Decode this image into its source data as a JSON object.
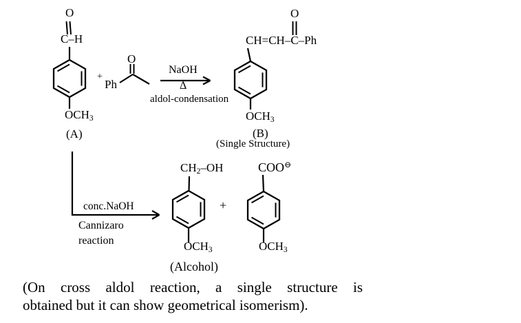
{
  "diagram": {
    "reactantA": {
      "carbonylO": "O",
      "aldehyde": "C–H",
      "methoxy": {
        "base": "OCH",
        "sub": "3"
      },
      "label": "(A)"
    },
    "plus1": "+",
    "acetophenone": {
      "ph": "Ph",
      "carbonylO": "O"
    },
    "aldolArrow": {
      "reagent": "NaOH",
      "condition": "Δ",
      "name": "aldol-condensation"
    },
    "productB": {
      "chain": "CH=CH–C–Ph",
      "carbonylO": "O",
      "methoxy": {
        "base": "OCH",
        "sub": "3"
      },
      "label": "(B)",
      "note": "(Single Structure)"
    },
    "cannizzaroArrow": {
      "reagent": "conc.NaOH",
      "name1": "Cannizaro",
      "name2": "reaction"
    },
    "alcoholProduct": {
      "group": {
        "pre": "CH",
        "sub": "2",
        "post": "–OH"
      },
      "methoxy": {
        "base": "OCH",
        "sub": "3"
      },
      "label": "(Alcohol)"
    },
    "plus2": "+",
    "acidProduct": {
      "group": {
        "base": "COO",
        "sup": "⊖"
      },
      "methoxy": {
        "base": "OCH",
        "sub": "3"
      }
    }
  },
  "caption": {
    "line1": "(On cross aldol reaction, a single structure is",
    "line2": "obtained but it can show geometrical isomerism)."
  },
  "colors": {
    "ink": "#000000",
    "background": "#ffffff"
  }
}
